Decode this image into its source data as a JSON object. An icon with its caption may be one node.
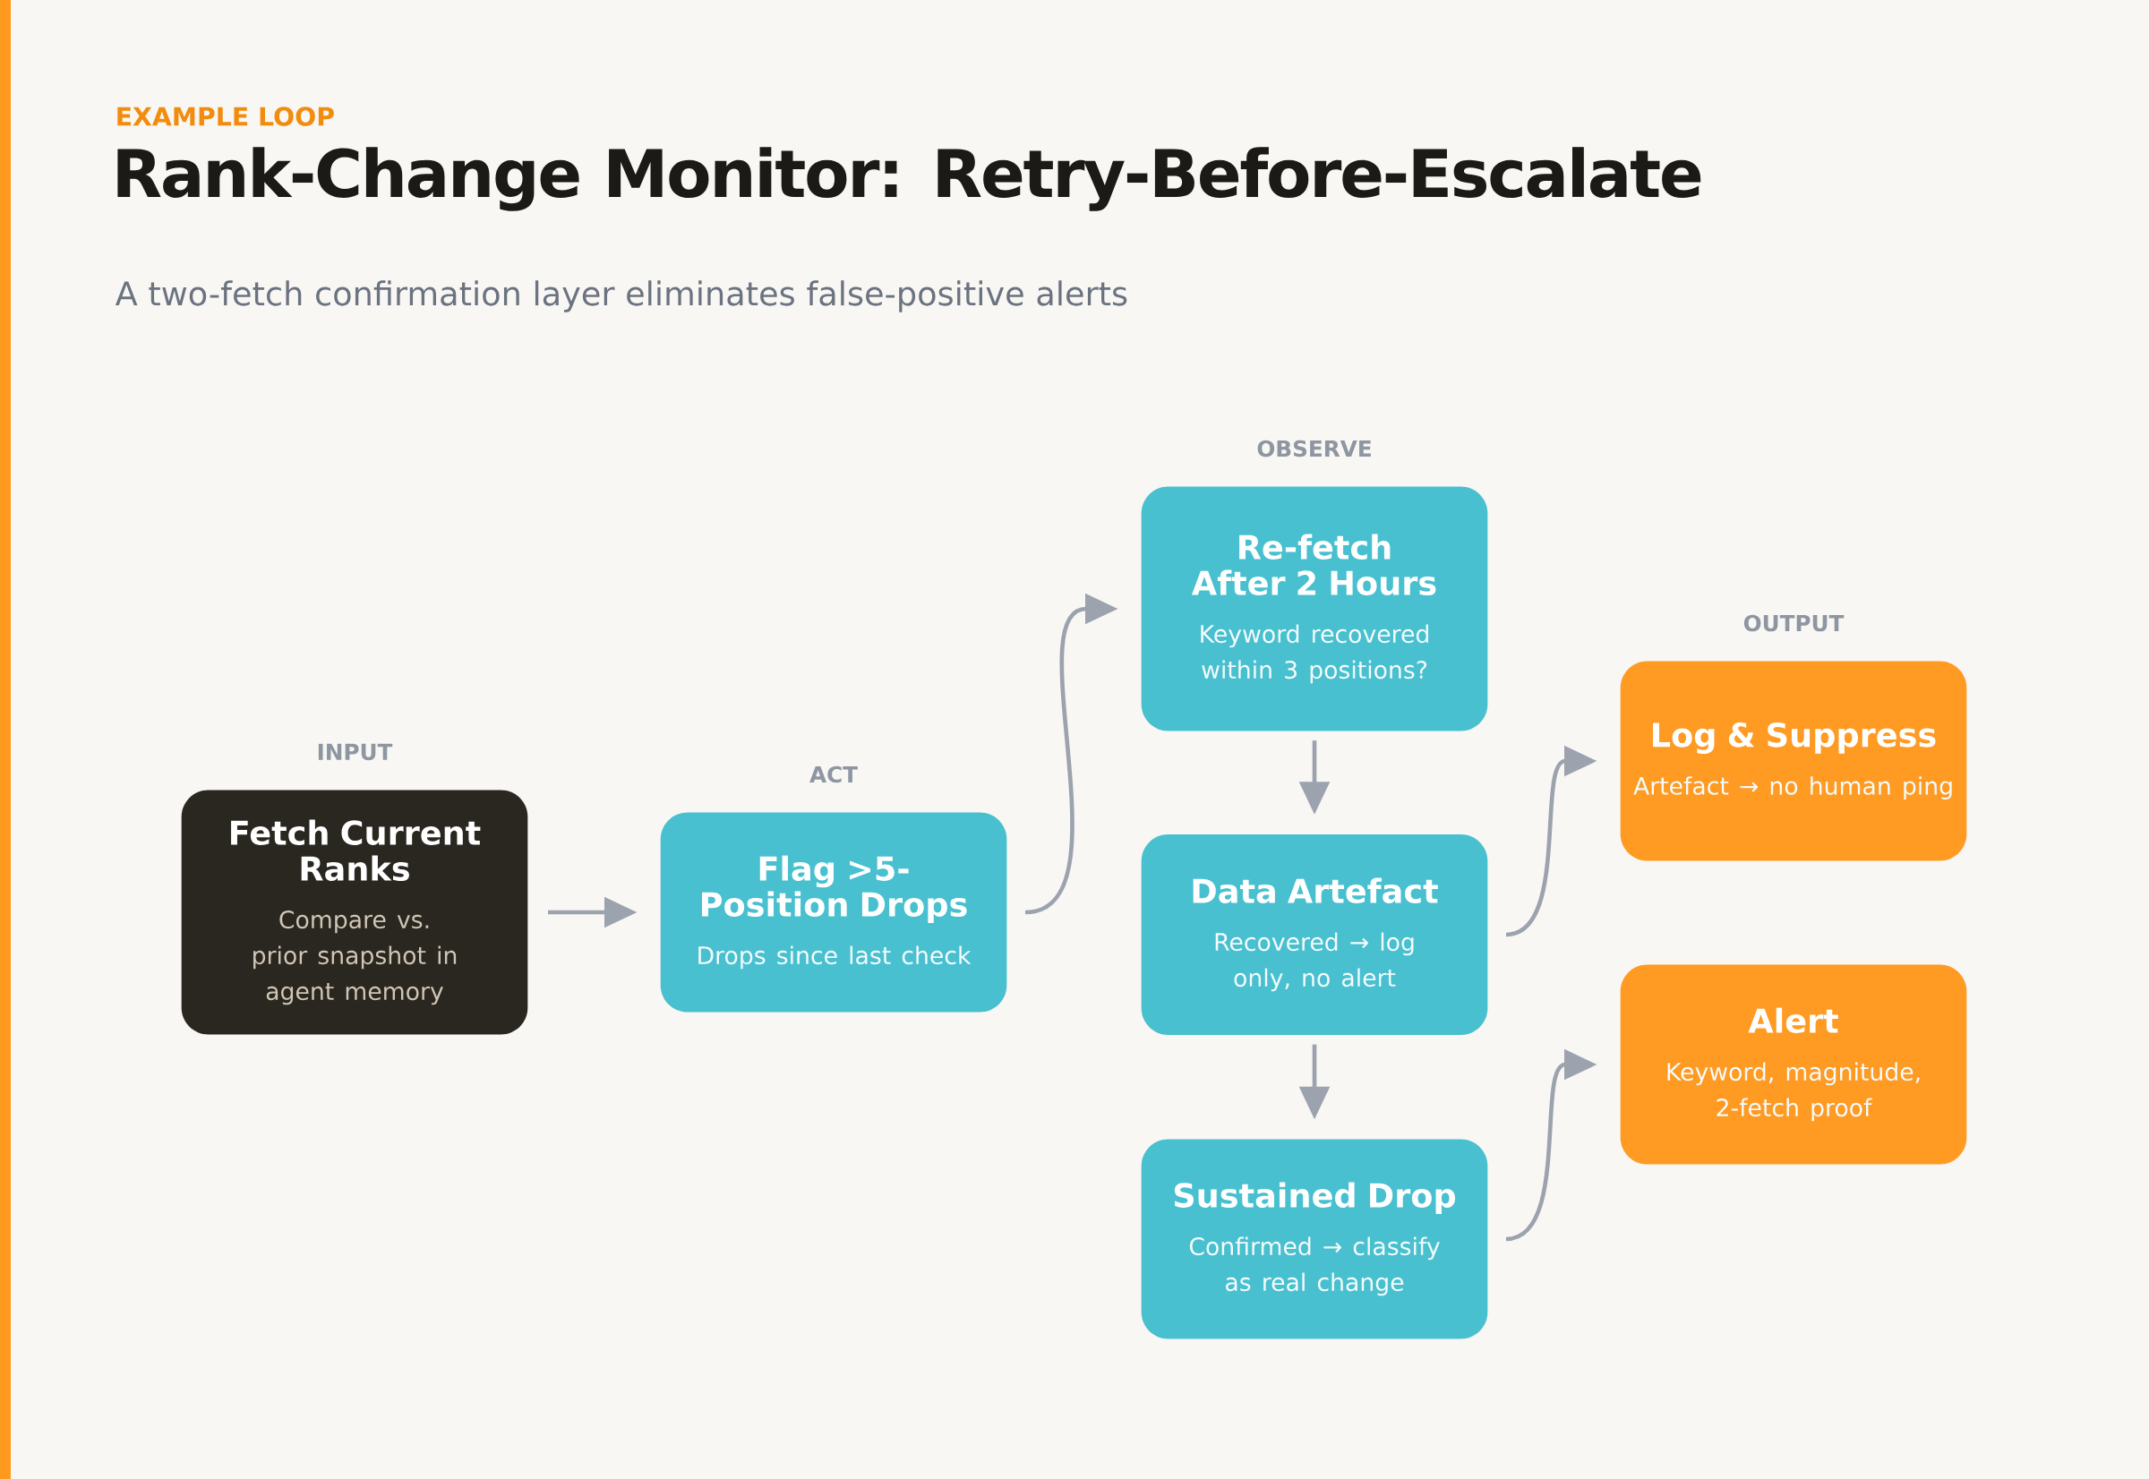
{
  "diagram": {
    "title": "Rank-Change Monitor: Retry-Before-Escalate",
    "nodes": [
      {
        "text": [
          "Fetch Current Ranks",
          "Compare vs. prior snapshot in agent memory"
        ],
        "beside": [
          "INPUT"
        ]
      },
      {
        "text": [
          "Flag >5-Position Drops",
          "Drops since last check"
        ],
        "beside": [
          "ACT"
        ]
      },
      {
        "text": [
          "Re-fetch After 2 Hours",
          "Keyword recovered within 3 positions?"
        ],
        "beside": [
          "OBSERVE"
        ]
      },
      {
        "text": [
          "Data Artefact",
          "Recovered → log only, no alert"
        ]
      },
      {
        "text": [
          "Sustained Drop",
          "Confirmed → classify as real change"
        ]
      },
      {
        "text": [
          "Log & Suppress",
          "Artefact → no human ping"
        ],
        "beside": [
          "OUTPUT"
        ]
      },
      {
        "text": [
          "Alert",
          "Keyword, magnitude, 2-fetch proof"
        ]
      }
    ],
    "edges": [
      {
        "from": 0,
        "to": 1,
        "arrow": "to"
      },
      {
        "from": 1,
        "to": 2,
        "arrow": "to"
      },
      {
        "from": 2,
        "to": 3,
        "arrow": "to"
      },
      {
        "from": 3,
        "to": 4,
        "arrow": "to"
      },
      {
        "from": 3,
        "to": 5,
        "arrow": "to"
      },
      {
        "from": 4,
        "to": 6,
        "arrow": "to"
      }
    ],
    "labels": [
      "EXAMPLE LOOP",
      "A two-fetch confirmation layer eliminates false-positive alerts"
    ]
  }
}
